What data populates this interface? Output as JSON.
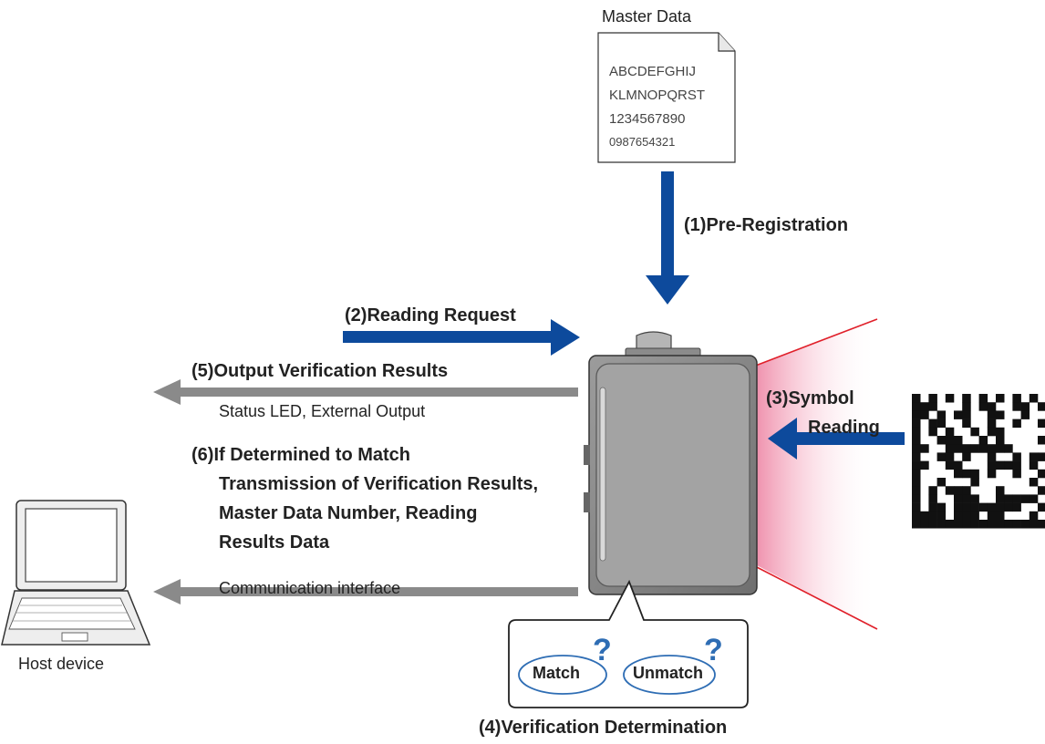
{
  "master_data": {
    "title": "Master Data",
    "lines": [
      "ABCDEFGHIJ",
      "KLMNOPQRST",
      "1234567890",
      "0987654321"
    ]
  },
  "steps": {
    "pre_registration": "(1)Pre-Registration",
    "reading_request": "(2)Reading Request",
    "symbol_reading_1": "(3)Symbol",
    "symbol_reading_2": "Reading",
    "verification_determination": "(4)Verification Determination",
    "output_results": "(5)Output Verification Results",
    "output_results_sub": "Status LED, External Output",
    "transmission_1": "(6)If Determined to Match",
    "transmission_2": "Transmission of Verification Results,",
    "transmission_3": "Master Data Number, Reading",
    "transmission_4": "Results Data",
    "transmission_sub": "Communication interface"
  },
  "bubble": {
    "match": "Match",
    "unmatch": "Unmatch",
    "question": "?"
  },
  "host": {
    "label": "Host device"
  },
  "colors": {
    "blue_arrow": "#0d4a9c",
    "gray_arrow": "#8a8a8a",
    "laser": "#e0202a",
    "bubble_outline": "#2e6db4"
  }
}
